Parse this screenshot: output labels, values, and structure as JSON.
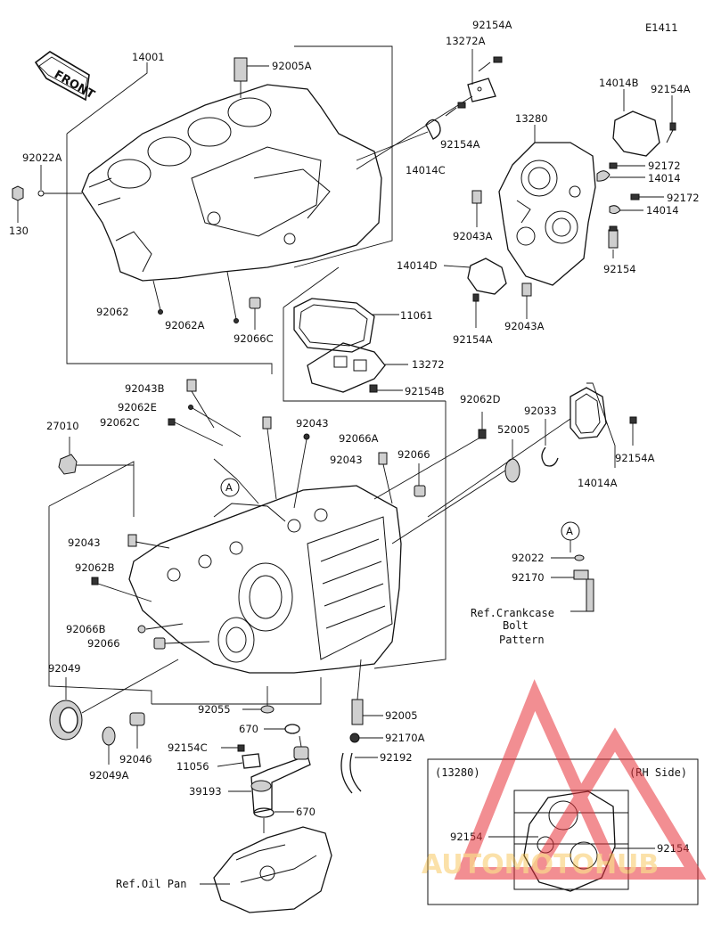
{
  "diagram": {
    "code": "E1411",
    "front_label": "FRONT",
    "callouts": {
      "p14001": "14001",
      "p92005A": "92005A",
      "p92022A": "92022A",
      "p130": "130",
      "p92062": "92062",
      "p92062A": "92062A",
      "p92066C": "92066C",
      "p92154A_1": "92154A",
      "p13272A": "13272A",
      "p92154A_2": "92154A",
      "p14014C": "14014C",
      "p14014B": "14014B",
      "p92154A_3": "92154A",
      "p13280": "13280",
      "p92172_1": "92172",
      "p92172_2": "92172",
      "p14014": "14014",
      "p92043A_1": "92043A",
      "p92154": "92154",
      "p14014D": "14014D",
      "p92154A_4": "92154A",
      "p92043A_2": "92043A",
      "p11061": "11061",
      "p13272": "13272",
      "p92154B": "92154B",
      "p92043B": "92043B",
      "p92062E": "92062E",
      "p92062C": "92062C",
      "p92043_1": "92043",
      "p92066A": "92066A",
      "p92043_2": "92043",
      "p27010": "27010",
      "p92066": "92066",
      "p92062D": "92062D",
      "p92033": "92033",
      "p52005": "52005",
      "p92154A_5": "92154A",
      "p14014A": "14014A",
      "p92043_3": "92043",
      "p92062B": "92062B",
      "p92066B": "92066B",
      "p92066_2": "92066",
      "p92049": "92049",
      "p92022": "92022",
      "p92170": "92170",
      "p92055": "92055",
      "p670_1": "670",
      "p92005": "92005",
      "p92170A": "92170A",
      "p92192": "92192",
      "p92154C": "92154C",
      "p11056": "11056",
      "p39193": "39193",
      "p670_2": "670",
      "p92046": "92046",
      "p92049A": "92049A",
      "ref_oil_pan": "Ref.Oil Pan",
      "ref_bolt_1": "Ref.Crankcase",
      "ref_bolt_2": "Bolt",
      "ref_bolt_3": "Pattern",
      "marker_a_1": "A",
      "marker_a_2": "A"
    },
    "inset": {
      "title_left": "(13280)",
      "title_right": "(RH Side)",
      "label_left": "92154",
      "label_right": "92154"
    }
  },
  "watermark": {
    "text": "AUTOMOTOHUB",
    "colors": {
      "triangle": "#e8323a",
      "text": "#f4b62e"
    }
  }
}
